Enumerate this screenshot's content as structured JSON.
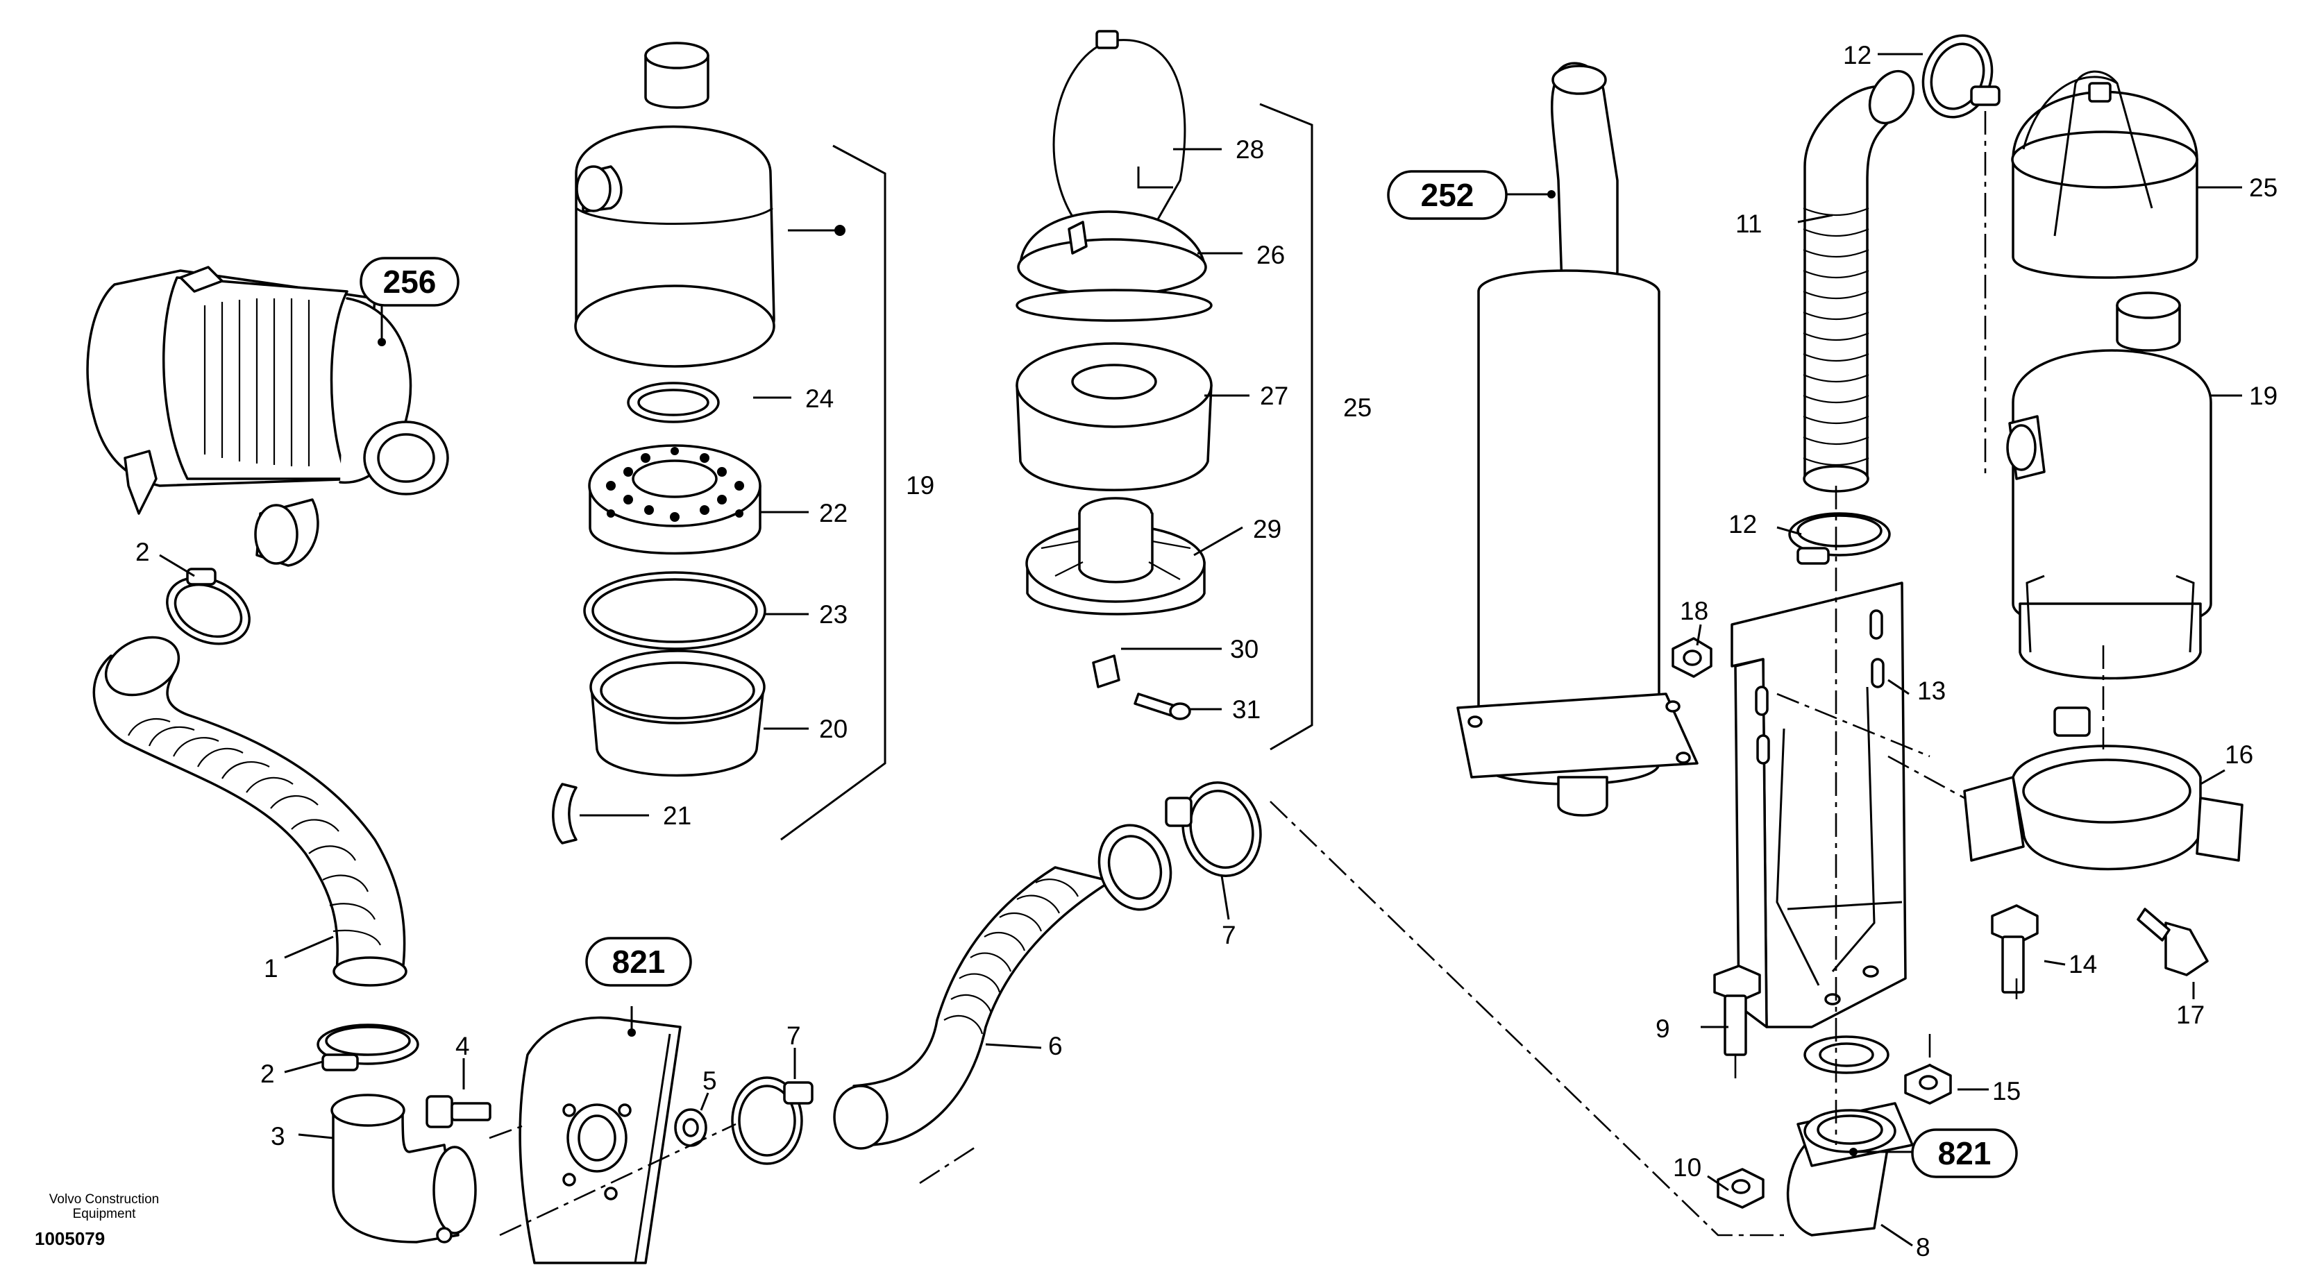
{
  "brand": "Volvo Construction\nEquipment",
  "document_number": "1005079",
  "references": [
    "256",
    "252",
    "821",
    "821"
  ],
  "part_numbers": {
    "p1": "1",
    "p2a": "2",
    "p2b": "2",
    "p3": "3",
    "p4": "4",
    "p5": "5",
    "p6": "6",
    "p7a": "7",
    "p7b": "7",
    "p8": "8",
    "p9": "9",
    "p10": "10",
    "p11": "11",
    "p12a": "12",
    "p12b": "12",
    "p13": "13",
    "p14": "14",
    "p15": "15",
    "p16": "16",
    "p17": "17",
    "p18": "18",
    "p19a": "19",
    "p19b": "19",
    "p20": "20",
    "p21": "21",
    "p22": "22",
    "p23": "23",
    "p24": "24",
    "p25a": "25",
    "p25b": "25",
    "p26": "26",
    "p27": "27",
    "p28": "28",
    "p29": "29",
    "p30": "30",
    "p31": "31"
  }
}
